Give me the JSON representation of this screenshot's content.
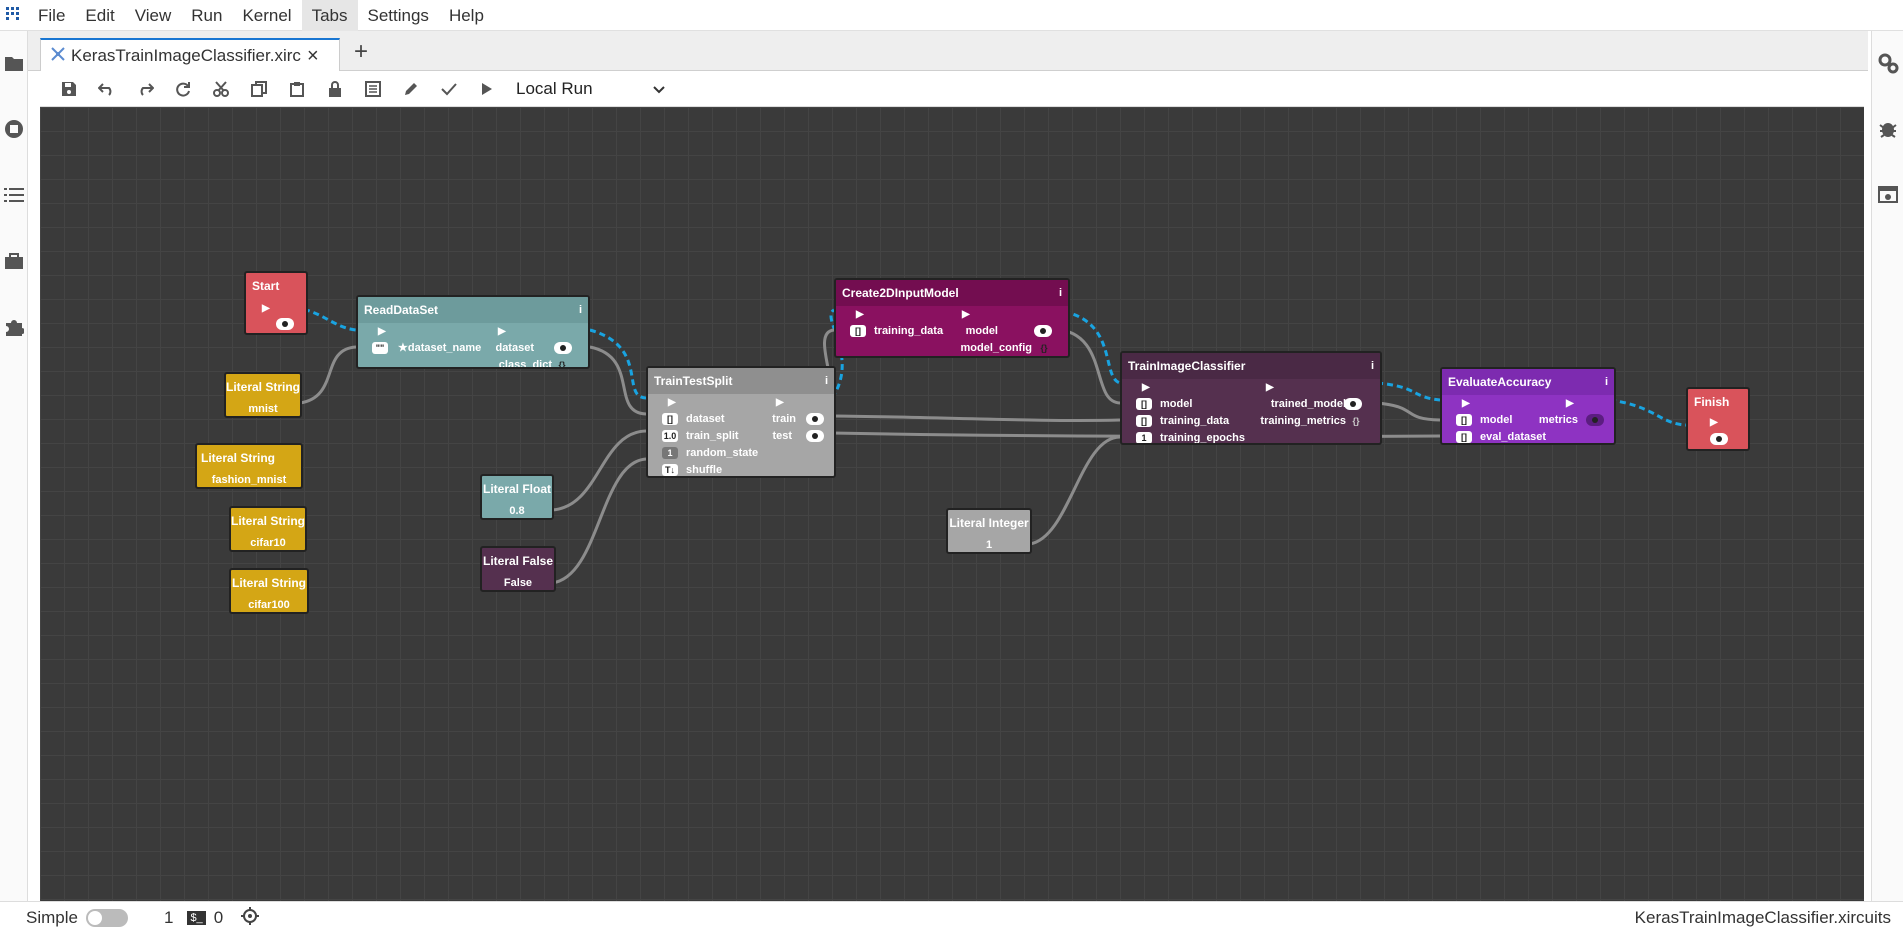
{
  "menu": {
    "items": [
      "File",
      "Edit",
      "View",
      "Run",
      "Kernel",
      "Tabs",
      "Settings",
      "Help"
    ],
    "active": "Tabs"
  },
  "tab": {
    "title": "KerasTrainImageClassifier.xircuits",
    "close": "×",
    "add": "+"
  },
  "toolbar": {
    "runner_label": "Local Run"
  },
  "nodes": {
    "start": {
      "title": "Start"
    },
    "read": {
      "title": "ReadDataSet",
      "info": "i",
      "in1": "★dataset_name",
      "out1": "dataset",
      "out2": "class_dict",
      "badge_str": "\"\"",
      "badge_dict": "{}"
    },
    "tts": {
      "title": "TrainTestSplit",
      "info": "i",
      "in1": "dataset",
      "in2": "train_split",
      "in3": "random_state",
      "in4": "shuffle",
      "out1": "train",
      "out2": "test",
      "b1": "[]",
      "b2": "1.0",
      "b3": "1",
      "b4": "T↓"
    },
    "create": {
      "title": "Create2DInputModel",
      "info": "i",
      "in1": "training_data",
      "out1": "model",
      "out2": "model_config",
      "b1": "[]",
      "b2": "{}"
    },
    "train": {
      "title": "TrainImageClassifier",
      "info": "i",
      "in1": "model",
      "in2": "training_data",
      "in3": "training_epochs",
      "out1": "trained_model",
      "out2": "training_metrics",
      "b1": "[]",
      "b2": "[]",
      "b3": "1",
      "b4": "{}"
    },
    "eval": {
      "title": "EvaluateAccuracy",
      "info": "i",
      "in1": "model",
      "in2": "eval_dataset",
      "out1": "metrics",
      "b1": "[]",
      "b2": "[]"
    },
    "finish": {
      "title": "Finish"
    },
    "lit_mnist": {
      "title": "Literal String",
      "value": "mnist"
    },
    "lit_fashion": {
      "title": "Literal String",
      "value": "fashion_mnist"
    },
    "lit_cifar10": {
      "title": "Literal String",
      "value": "cifar10"
    },
    "lit_cifar100": {
      "title": "Literal String",
      "value": "cifar100"
    },
    "lit_float": {
      "title": "Literal Float",
      "value": "0.8"
    },
    "lit_false": {
      "title": "Literal False",
      "value": "False"
    },
    "lit_int": {
      "title": "Literal Integer",
      "value": "1"
    }
  },
  "status": {
    "mode_label": "Simple",
    "kernels": "1",
    "terminals": "0",
    "terminal_icon": "$_",
    "filename": "KerasTrainImageClassifier.xircuits"
  }
}
